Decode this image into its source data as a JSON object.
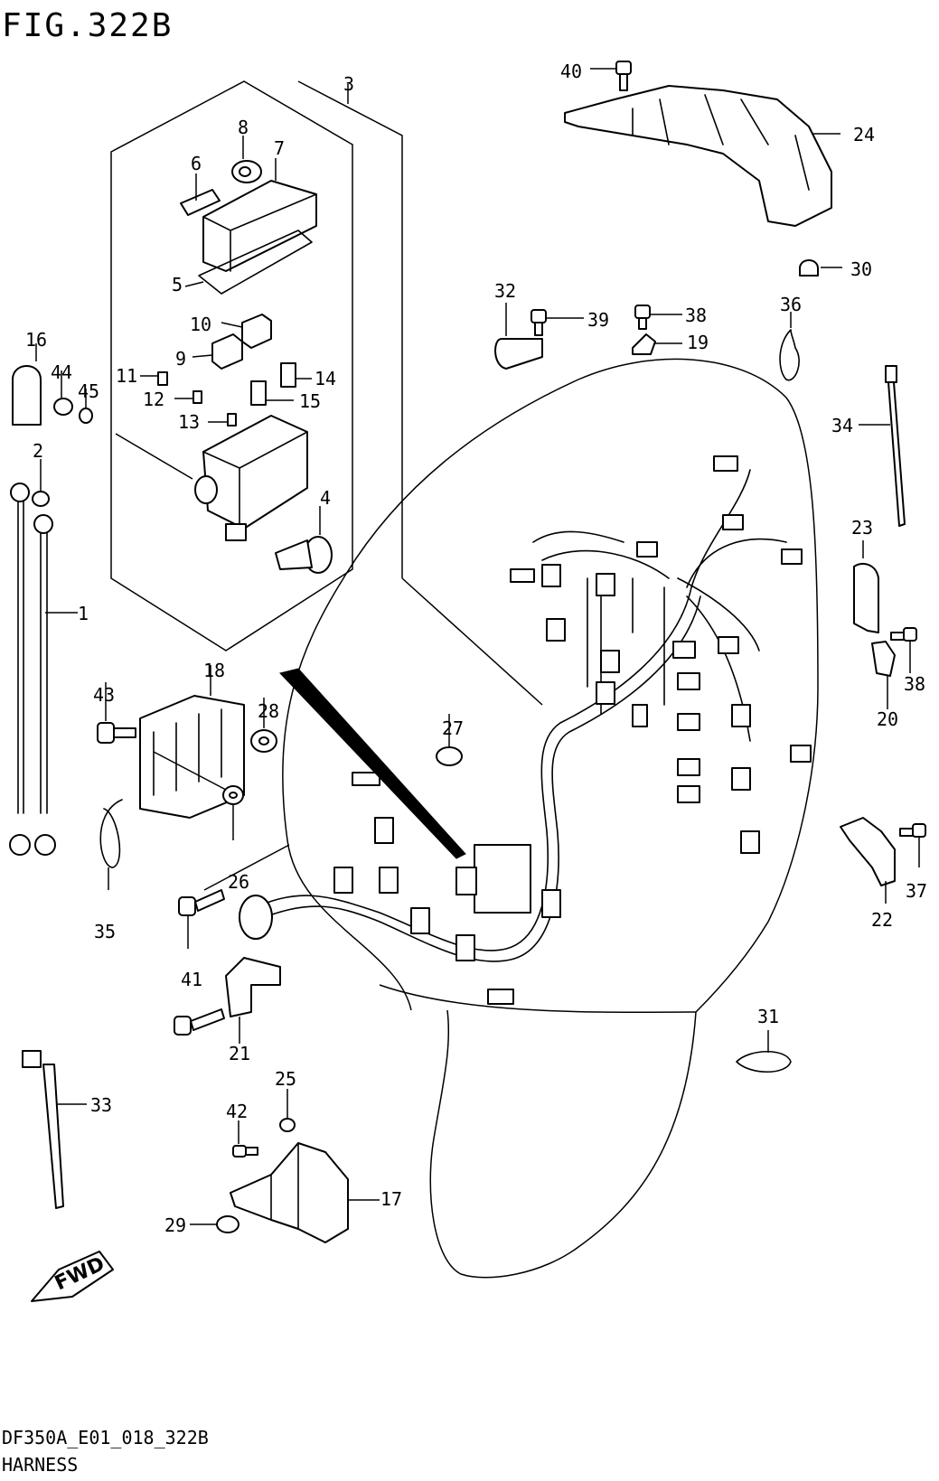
{
  "figure_title": "FIG.322B",
  "footer": {
    "drawing_code": "DF350A_E01_018_322B",
    "section_name": "HARNESS"
  },
  "fwd_label": "FWD",
  "callouts": [
    "1",
    "2",
    "3",
    "4",
    "5",
    "6",
    "7",
    "8",
    "9",
    "10",
    "11",
    "12",
    "13",
    "14",
    "15",
    "16",
    "17",
    "18",
    "19",
    "20",
    "21",
    "22",
    "23",
    "24",
    "25",
    "26",
    "27",
    "28",
    "29",
    "30",
    "31",
    "32",
    "33",
    "34",
    "35",
    "36",
    "37",
    "38",
    "38",
    "39",
    "40",
    "41",
    "42",
    "43",
    "44",
    "45"
  ]
}
